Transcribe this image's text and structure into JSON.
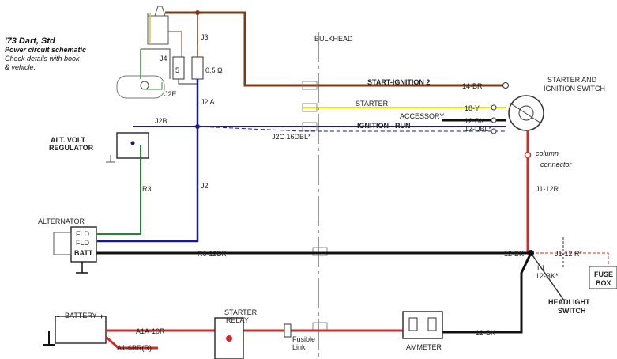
{
  "title": {
    "line1": "'73 Dart, Std",
    "line2": "Power circuit schematic",
    "line3": "Check details with book",
    "line4": "& vehicle."
  },
  "colors": {
    "brown": "#7a3a14",
    "red": "#d42a2a",
    "black": "#111111",
    "navy": "#1a1a8c",
    "green": "#1e8a2e",
    "yellow": "#f2e200",
    "gray": "#999999"
  },
  "labels": {
    "j3": "J3",
    "j4": "J4",
    "five": "5",
    "ohm": "0.5 Ω",
    "j2e": "J2E",
    "j2a": "J2 A",
    "j2b": "J2B",
    "j2": "J2",
    "j2c": "J2C 16DBL*",
    "r3": "R3",
    "bulkhead": "BULKHEAD",
    "start_ign2": "START-IGNITION 2",
    "br14": "14-BR",
    "starter_wire": "STARTER",
    "y18": "18-Y",
    "accessory": "ACCESSORY",
    "bk12_acc": "12-BK",
    "ign_run": "IGNITION - RUN",
    "dbl12": "12-DBL*",
    "starter_ign_switch_1": "STARTER AND",
    "starter_ign_switch_2": "IGNITION SWITCH",
    "column1": "column",
    "column2": "connector",
    "j1_12r": "J1-12R",
    "alt_volt_1": "ALT. VOLT",
    "alt_volt_2": "REGULATOR",
    "alternator": "ALTERNATOR",
    "fld1": "FLD",
    "fld2": "FLD",
    "batt": "BATT",
    "r6": "R6-12BK",
    "bk12_right": "12-BK",
    "l1_1": "L1",
    "l1_2": "12-BK*",
    "j1_12r_star": "J1-12 R*",
    "fuse1": "FUSE",
    "fuse2": "BOX",
    "headlight1": "HEADLIGHT",
    "headlight2": "SWITCH",
    "battery": "BATTERY",
    "minus": "-",
    "plus": "+",
    "a1a": "A1A-10R",
    "a1_6br": "A1-6BR(R)",
    "starter_relay1": "STARTER",
    "starter_relay2": "RELAY",
    "fusible1": "Fusible",
    "fusible2": "Link",
    "ammeter": "AMMETER",
    "bk12_amm": "12-BK"
  }
}
